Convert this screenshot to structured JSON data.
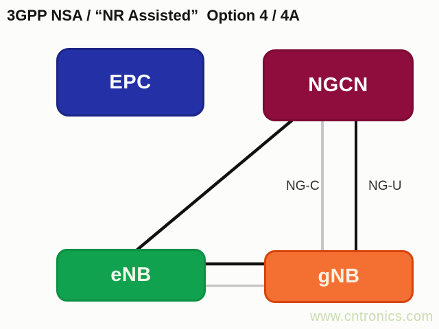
{
  "title": "3GPP NSA / “NR Assisted”  Option 4 / 4A",
  "nodes": {
    "epc": {
      "label": "EPC",
      "fill": "#2430a6",
      "border": "#1c2585",
      "text_color": "#ffffff"
    },
    "ngcn": {
      "label": "NGCN",
      "fill": "#8e0d3c",
      "border": "#7c0a33",
      "text_color": "#ffffff"
    },
    "enb": {
      "label": "eNB",
      "fill": "#10a24e",
      "border": "#0d8f43",
      "text_color": "#f2f9ec"
    },
    "gnb": {
      "label": "gNB",
      "fill": "#f47032",
      "border": "#d6440d",
      "text_color": "#fdf1e3"
    }
  },
  "edges": {
    "ngcn_enb": {
      "color": "#111111"
    },
    "ng_c": {
      "label": "NG-C",
      "color": "#c6c6c6"
    },
    "ng_u": {
      "label": "NG-U",
      "color": "#111111"
    },
    "enb_gnb_primary": {
      "color": "#111111"
    },
    "enb_gnb_secondary": {
      "color": "#c6c6c6"
    }
  },
  "watermark": {
    "text": "www.cntronics.com",
    "color": "#c9dcae"
  }
}
